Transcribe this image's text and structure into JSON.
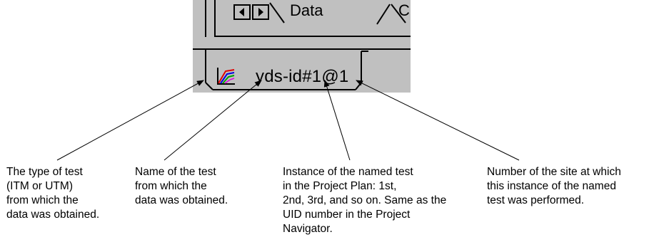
{
  "ui_crop": {
    "tabs": [
      {
        "label": "Data"
      },
      {
        "label": "C"
      }
    ],
    "test_tab": {
      "icon": "test-type-icon",
      "label": "yds-id#1@1"
    }
  },
  "callouts": [
    {
      "lines": [
        "The type of test",
        "(ITM or UTM)",
        "from which the",
        "data was obtained."
      ]
    },
    {
      "lines": [
        "Name of the test",
        "from which the",
        "data was obtained."
      ]
    },
    {
      "lines": [
        "Instance of the named test",
        "in the Project Plan: 1st,",
        "2nd, 3rd, and so on. Same as the",
        "UID number in the Project",
        "Navigator."
      ]
    },
    {
      "lines": [
        "Number of the site at which",
        "this instance of the named",
        "test was performed."
      ]
    }
  ],
  "colors": {
    "panel_gray": "#c0c0c0",
    "line_black": "#000000",
    "icon_red": "#e00000",
    "icon_blue": "#0000e0",
    "icon_green": "#00a000"
  }
}
